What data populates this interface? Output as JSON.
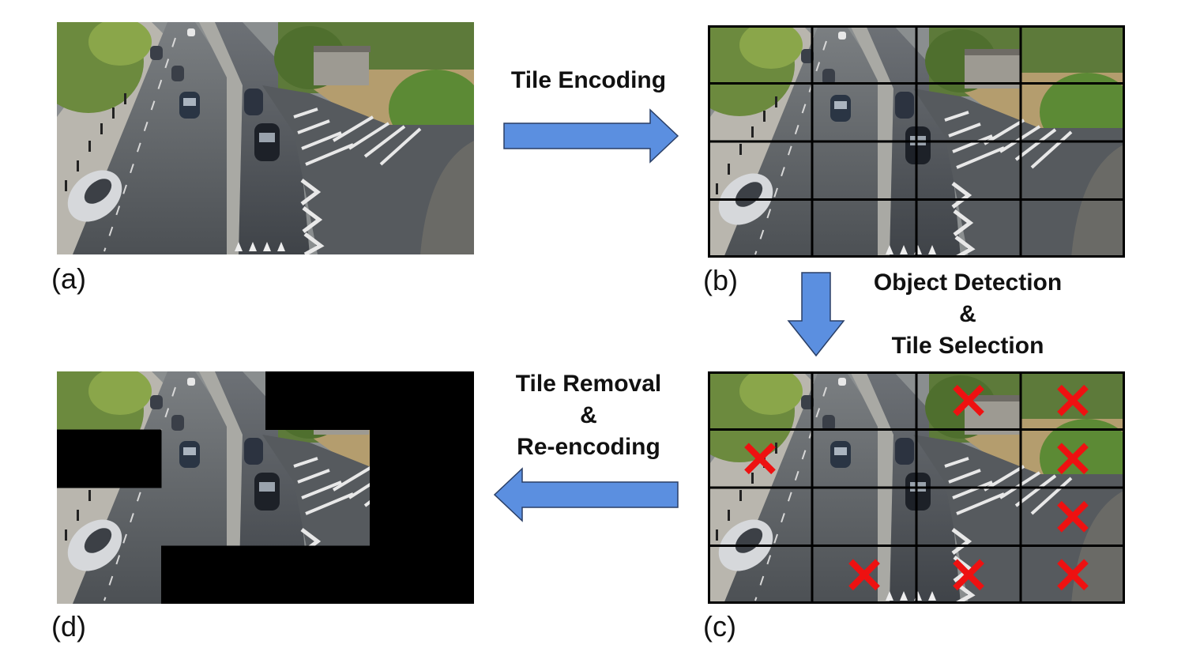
{
  "steps": {
    "encode": "Tile Encoding",
    "detect": [
      "Object Detection",
      "&",
      "Tile Selection"
    ],
    "remove": [
      "Tile Removal",
      "&",
      "Re-encoding"
    ]
  },
  "captions": {
    "a": "(a)",
    "b": "(b)",
    "c": "(c)",
    "d": "(d)"
  },
  "tiles": {
    "rows": 4,
    "cols": 4
  },
  "removed_tiles_c": [
    [
      0,
      2
    ],
    [
      0,
      3
    ],
    [
      1,
      0
    ],
    [
      1,
      3
    ],
    [
      2,
      3
    ],
    [
      3,
      1
    ],
    [
      3,
      2
    ],
    [
      3,
      3
    ]
  ],
  "blackened_tiles_d": [
    [
      0,
      2
    ],
    [
      0,
      3
    ],
    [
      1,
      0
    ],
    [
      1,
      3
    ],
    [
      2,
      3
    ],
    [
      3,
      1
    ],
    [
      3,
      2
    ],
    [
      3,
      3
    ]
  ],
  "colors": {
    "arrow_fill": "#5b8fe0",
    "arrow_stroke": "#2a3f66",
    "cross": "#ee1111",
    "grid": "#000000"
  }
}
